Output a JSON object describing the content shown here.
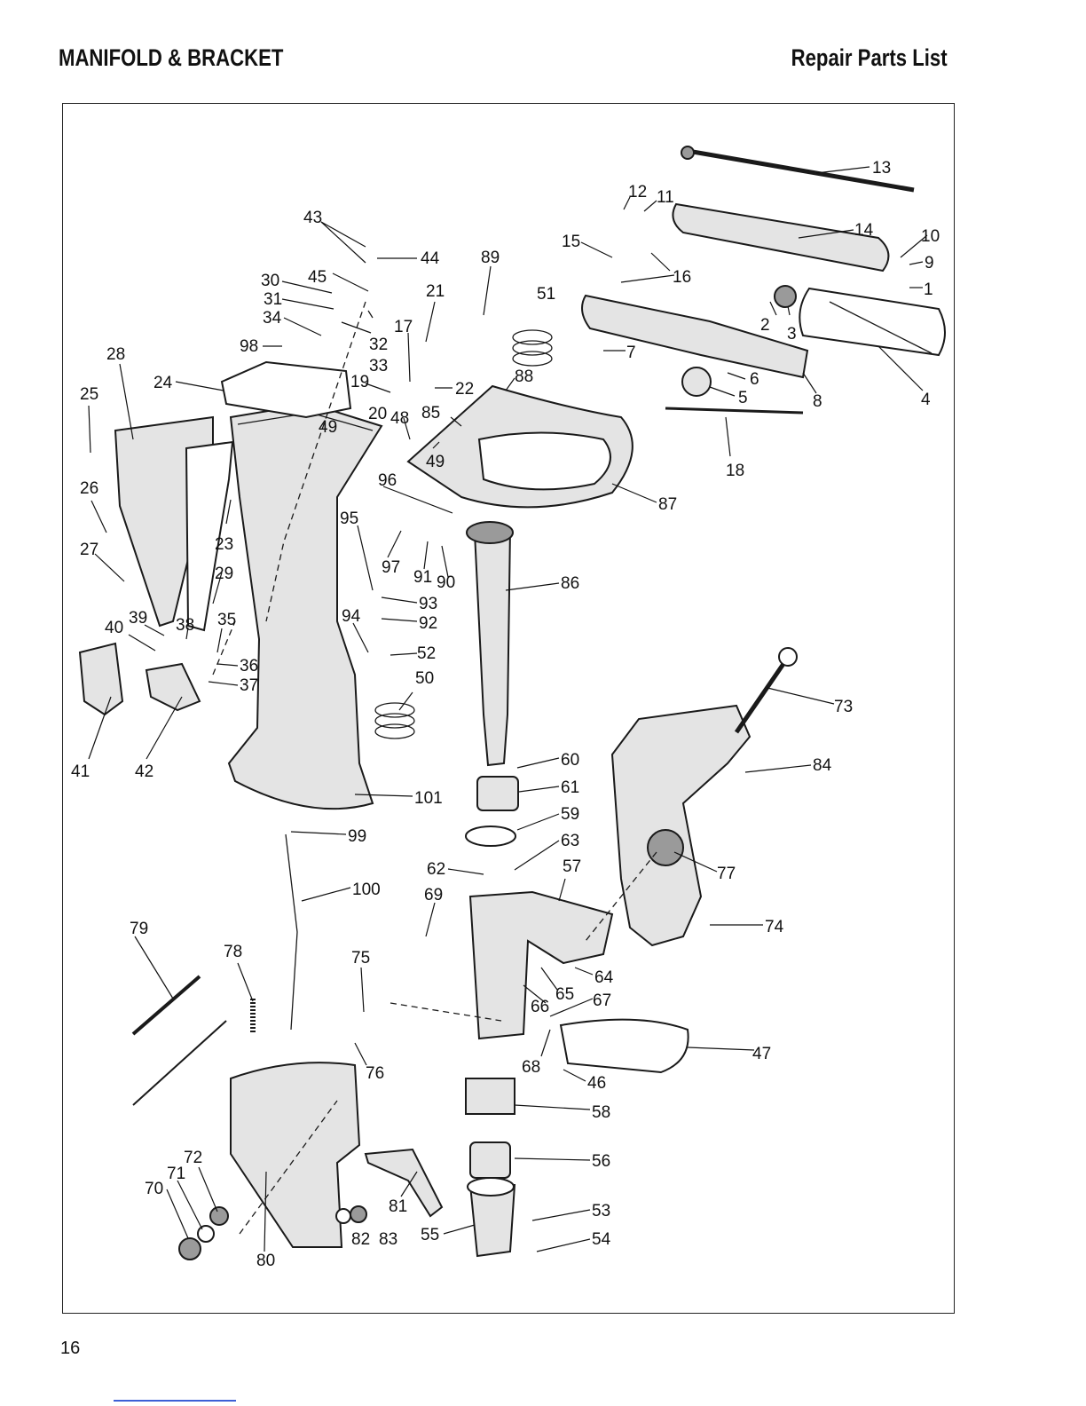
{
  "header": {
    "left_title": "MANIFOLD & BRACKET",
    "right_title": "Repair Parts List"
  },
  "page_number": "16",
  "callouts": [
    "1",
    "2",
    "3",
    "4",
    "5",
    "6",
    "7",
    "8",
    "9",
    "10",
    "11",
    "12",
    "13",
    "14",
    "15",
    "16",
    "17",
    "18",
    "19",
    "20",
    "21",
    "22",
    "23",
    "24",
    "25",
    "26",
    "27",
    "28",
    "29",
    "30",
    "31",
    "32",
    "33",
    "34",
    "35",
    "36",
    "37",
    "38",
    "39",
    "40",
    "41",
    "42",
    "43",
    "44",
    "45",
    "46",
    "47",
    "48",
    "49",
    "49",
    "50",
    "51",
    "52",
    "53",
    "54",
    "55",
    "56",
    "57",
    "58",
    "59",
    "60",
    "61",
    "62",
    "63",
    "64",
    "65",
    "66",
    "67",
    "68",
    "69",
    "70",
    "71",
    "72",
    "73",
    "74",
    "75",
    "76",
    "77",
    "78",
    "79",
    "80",
    "81",
    "82",
    "83",
    "84",
    "85",
    "86",
    "87",
    "88",
    "89",
    "90",
    "91",
    "92",
    "93",
    "94",
    "95",
    "96",
    "97",
    "98",
    "99",
    "100",
    "101"
  ]
}
